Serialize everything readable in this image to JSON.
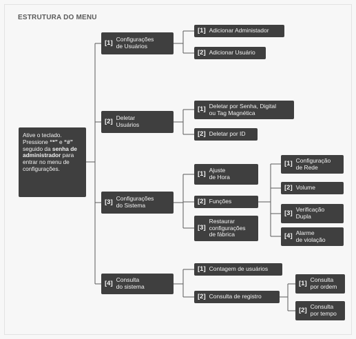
{
  "title": "ESTRUTURA DO MENU",
  "intro": {
    "t1": "Ative o teclado. Pressione ",
    "k1": "“*”",
    "t2": " e ",
    "k2": "“#”",
    "t3": " seguido da ",
    "b1": "senha de administrador",
    "t4": " para entrar no menu de configurações."
  },
  "menu": {
    "users": {
      "num": "[1]",
      "label": "Configurações\nde Usuários",
      "add_admin": {
        "num": "[1]",
        "label": "Adicionar Administador"
      },
      "add_user": {
        "num": "[2]",
        "label": "Adicionar Usuário"
      }
    },
    "delete": {
      "num": "[2]",
      "label": "Deletar\nUsuários",
      "by_pass": {
        "num": "[1]",
        "label": "Deletar por Senha, Digital\nou Tag Magnética"
      },
      "by_id": {
        "num": "[2]",
        "label": "Deletar por ID"
      }
    },
    "system": {
      "num": "[3]",
      "label": "Configurações\ndo Sistema",
      "time": {
        "num": "[1]",
        "label": "Ajuste\nde Hora"
      },
      "functions": {
        "num": "[2]",
        "label": "Funções",
        "network": {
          "num": "[1]",
          "label": "Configuração\nde Rede"
        },
        "volume": {
          "num": "[2]",
          "label": "Volume"
        },
        "double": {
          "num": "[3]",
          "label": "Verificação\nDupla"
        },
        "alarm": {
          "num": "[4]",
          "label": "Alarme\nde violação"
        }
      },
      "factory": {
        "num": "[3]",
        "label": "Restaurar\nconfigurações\nde fábrica"
      }
    },
    "query": {
      "num": "[4]",
      "label": "Consulta\ndo sistema",
      "user_count": {
        "num": "[1]",
        "label": "Contagem de usuários"
      },
      "records": {
        "num": "[2]",
        "label": "Consulta de registro",
        "by_order": {
          "num": "[1]",
          "label": "Consulta\npor ordem"
        },
        "by_time": {
          "num": "[2]",
          "label": "Consulta\npor tempo"
        }
      }
    }
  }
}
